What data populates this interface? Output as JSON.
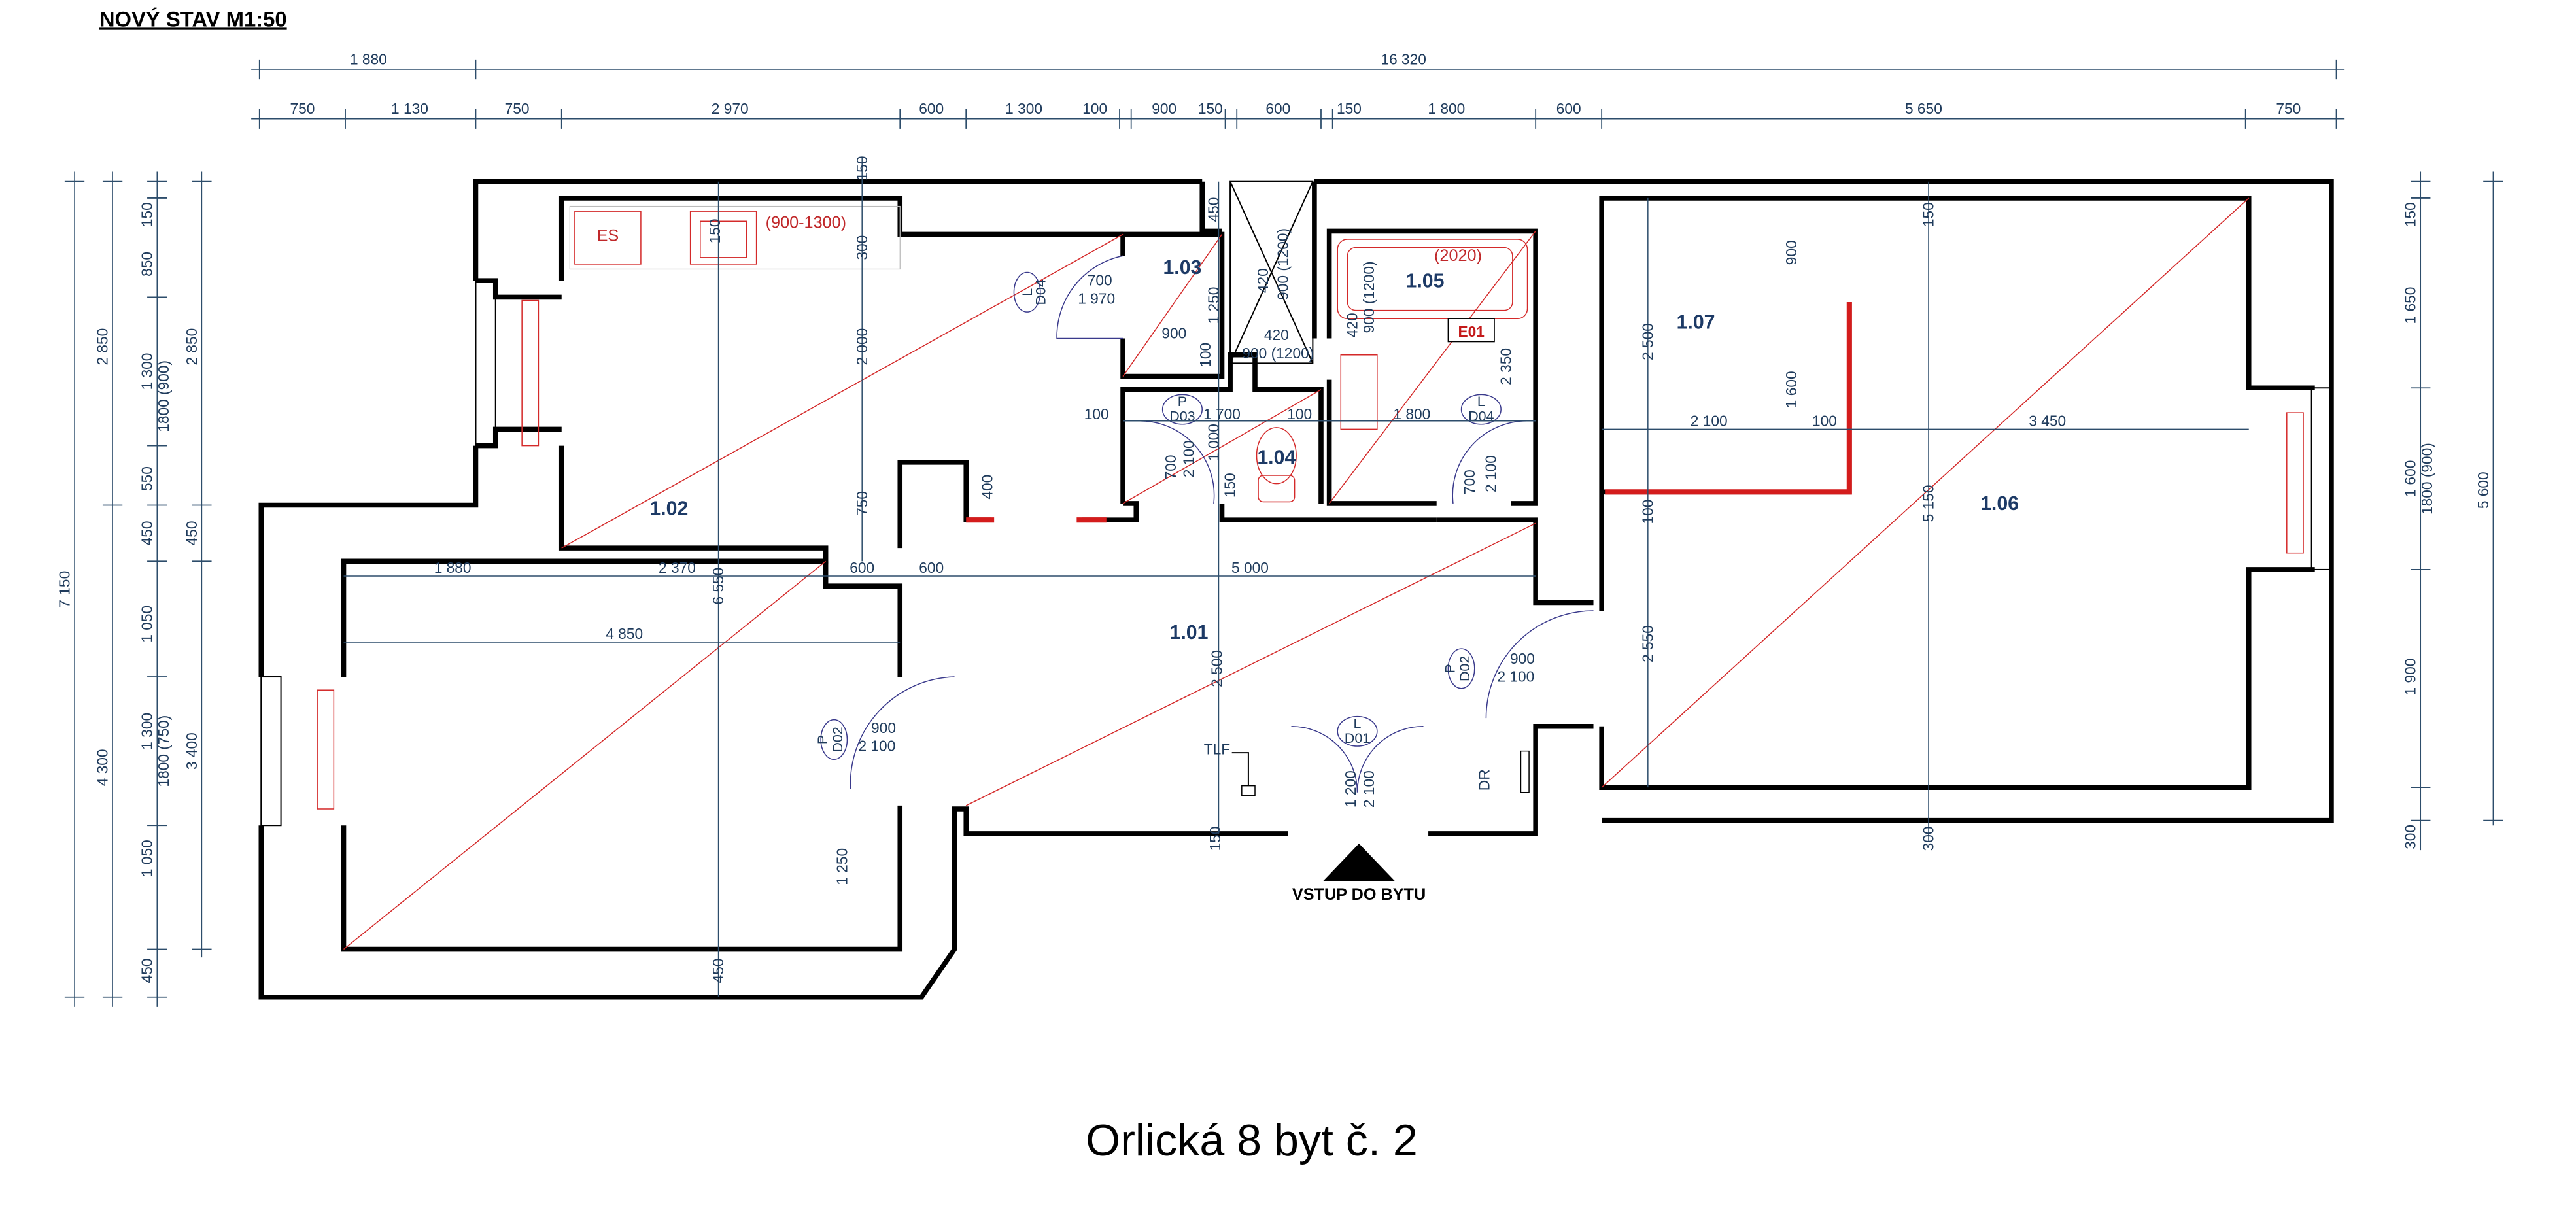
{
  "header": {
    "title": "NOVÝ STAV M1:50"
  },
  "footer": {
    "caption": "Orlická 8 byt č. 2",
    "entrance": "VSTUP DO BYTU"
  },
  "top_dims": {
    "row1": [
      "1 880",
      "16 320"
    ],
    "row2": [
      "750",
      "1 130",
      "750",
      "2 970",
      "600",
      "1 300",
      "100",
      "900",
      "150",
      "600",
      "150",
      "1 800",
      "600",
      "5 650",
      "750"
    ]
  },
  "left_dims": {
    "col1": [
      "7 150"
    ],
    "col2": [
      "2 850",
      "4 300"
    ],
    "col3": [
      "150",
      "850",
      "1 300",
      "1800 (900)",
      "550",
      "450",
      "1 050",
      "1 300",
      "1800 (750)",
      "1 050",
      "450"
    ],
    "col4": [
      "2 850",
      "450",
      "3 400"
    ]
  },
  "right_dims": {
    "col1": [
      "150",
      "1 650",
      "1 600",
      "1 900",
      "300"
    ],
    "col2": [
      "1800 (900)"
    ],
    "col3": [
      "5 600"
    ]
  },
  "rooms": [
    "1.01",
    "1.02",
    "1.03",
    "1.04",
    "1.05",
    "1.06",
    "1.07"
  ],
  "annotations": {
    "es": "ES",
    "counter": "(900-1300)",
    "bath": "(2020)",
    "e01": "E01",
    "tlf": "TLF",
    "dr": "DR"
  },
  "doors": [
    {
      "side": "L",
      "code": "D04"
    },
    {
      "side": "P",
      "code": "D03"
    },
    {
      "side": "L",
      "code": "D04"
    },
    {
      "side": "P",
      "code": "D02"
    },
    {
      "side": "L",
      "code": "D01"
    },
    {
      "side": "P",
      "code": "D02"
    }
  ],
  "dims": [
    "150",
    "150",
    "300",
    "2 000",
    "750",
    "6 550",
    "1 880",
    "2 370",
    "600",
    "600",
    "5 000",
    "4 850",
    "400",
    "100",
    "700",
    "1 970",
    "450",
    "1 250",
    "900",
    "100",
    "420",
    "900 (1200)",
    "420",
    "900 (1200)",
    "420",
    "900 (1200)",
    "1 700",
    "100",
    "1 800",
    "2 350",
    "1 000",
    "700",
    "2 100",
    "150",
    "700",
    "2 100",
    "900",
    "2 100",
    "900",
    "2 100",
    "2 500",
    "1 200",
    "2 100",
    "150",
    "1 250",
    "450",
    "2 500",
    "900",
    "1 600",
    "2 100",
    "100",
    "3 450",
    "100",
    "5 150",
    "150",
    "2 550",
    "300"
  ],
  "colors": {
    "wall": "#000000",
    "dimension": "#1f3b5c",
    "fixture": "#c0282a",
    "room_label": "#1d3a66"
  }
}
